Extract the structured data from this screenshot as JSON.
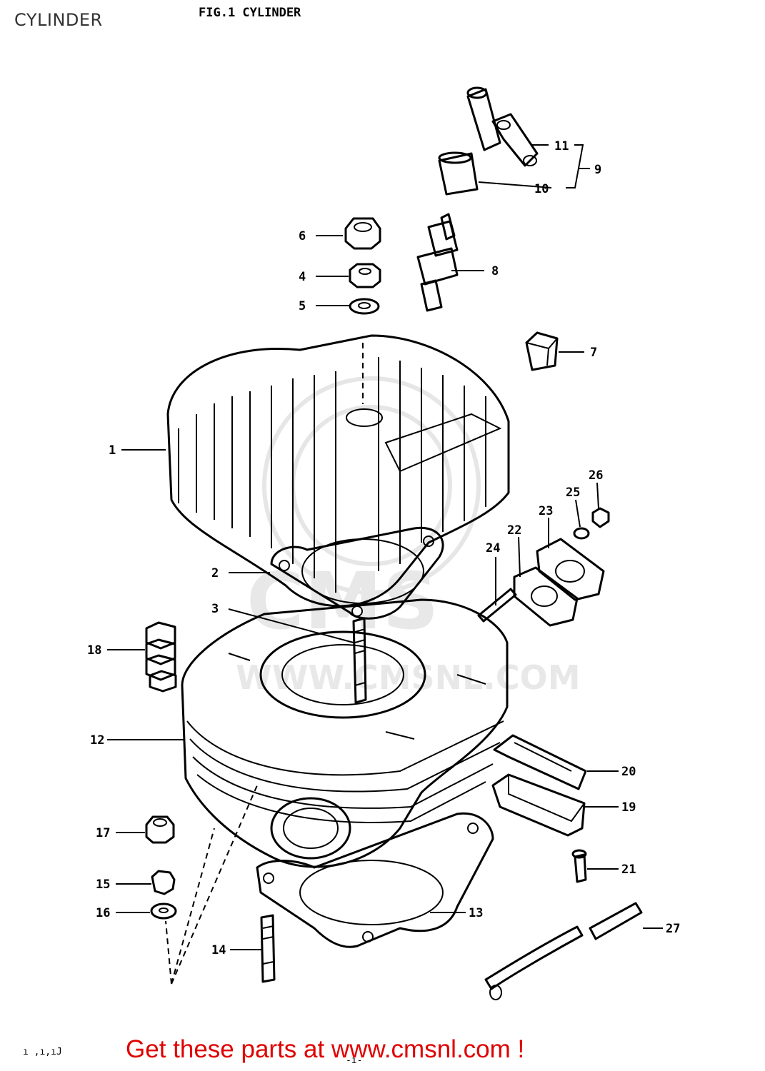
{
  "page_title": "CYLINDER",
  "figure_title": "FIG.1  CYLINDER",
  "footer_code": "ı ,ı,ıJ",
  "page_mark": "-ı-",
  "promo_text": "Get these parts at www.cmsnl.com !",
  "watermark": {
    "brand": "CMS",
    "url": "WWW.CMSNL.COM"
  },
  "colors": {
    "promo": "#e00000",
    "line": "#000000",
    "watermark": "#e6e6e6"
  },
  "callouts": {
    "c1": "1",
    "c2": "2",
    "c3": "3",
    "c4": "4",
    "c5": "5",
    "c6": "6",
    "c7": "7",
    "c8": "8",
    "c9": "9",
    "c10": "10",
    "c11": "11",
    "c12": "12",
    "c13": "13",
    "c14": "14",
    "c15": "15",
    "c16": "16",
    "c17": "17",
    "c18": "18",
    "c19": "19",
    "c20": "20",
    "c21": "21",
    "c22": "22",
    "c23": "23",
    "c24": "24",
    "c25": "25",
    "c26": "26",
    "c27": "27"
  }
}
